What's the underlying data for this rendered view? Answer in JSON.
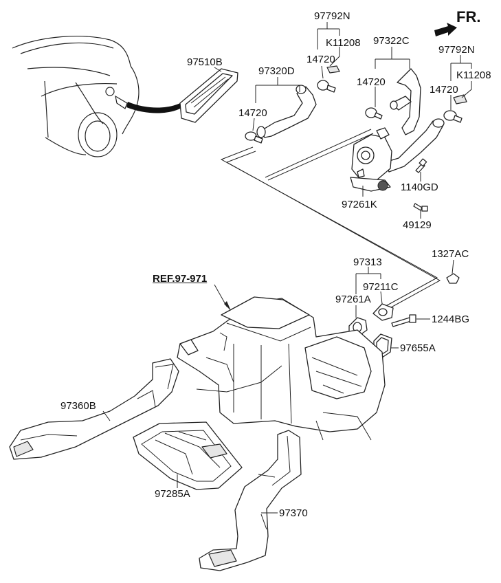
{
  "diagram": {
    "fr_label": "FR.",
    "ref_label": "REF.97-971",
    "parts": {
      "p97792n_a": "97792N",
      "k11208_a": "K11208",
      "p14720_a": "14720",
      "p97322c": "97322C",
      "p97792n_b": "97792N",
      "k11208_b": "K11208",
      "p97510b": "97510B",
      "p97320d": "97320D",
      "p14720_b": "14720",
      "p14720_c": "14720",
      "p14720_d": "14720",
      "p1140gd": "1140GD",
      "p97261k": "97261K",
      "p49129": "49129",
      "p97313": "97313",
      "p1327ac": "1327AC",
      "p97211c": "97211C",
      "p97261a": "97261A",
      "p1244bg": "1244BG",
      "p97655a": "97655A",
      "p97360b": "97360B",
      "p97285a": "97285A",
      "p97370": "97370"
    }
  }
}
